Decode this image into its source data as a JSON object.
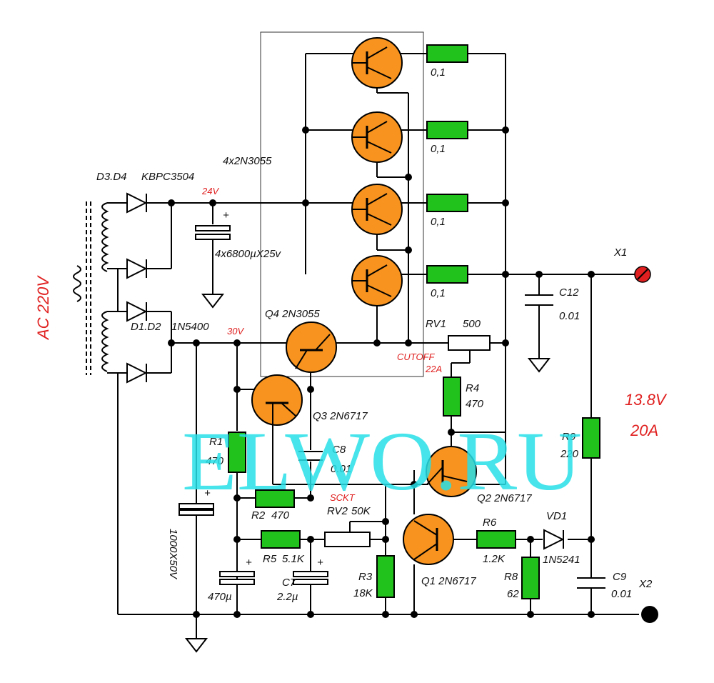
{
  "labels": {
    "ac_in": "AC 220V",
    "bridge_top": "D3.D4",
    "bridge_top_part": "KBPC3504",
    "bridge_bottom": "D1.D2",
    "bridge_bottom_part": "1N5400",
    "v24": "24V",
    "v30": "30V",
    "cap_bank": "4x6800µX25v",
    "pass_trans": "4x2N3055",
    "r_emitter_1": "0,1",
    "r_emitter_2": "0,1",
    "r_emitter_3": "0,1",
    "r_emitter_4": "0,1",
    "q4": "Q4 2N3055",
    "q3": "Q3 2N6717",
    "q2": "Q2 2N6717",
    "q1": "Q1 2N6717",
    "rv1": "RV1",
    "rv1_val": "500",
    "cutoff": "CUTOFF",
    "cutoff_val": "22A",
    "r4": "R4",
    "r4_val": "470",
    "c12": "C12",
    "c12_val": "0.01",
    "x1": "X1",
    "x2": "X2",
    "out_v": "13.8V",
    "out_a": "20A",
    "r9": "R9",
    "r9_val": "220",
    "r1": "R1",
    "r1_val": "470",
    "c8": "C8",
    "c8_val": "0.01",
    "r2": "R2",
    "r2_val": "470",
    "sckt": "SCKT",
    "rv2": "RV2",
    "rv2_val": "50K",
    "r5": "R5",
    "r5_val": "5.1K",
    "c7": "C7",
    "c7_val": "2.2µ",
    "c_470": "470µ",
    "r3": "R3",
    "r3_val": "18K",
    "r6": "R6",
    "r6_val": "1.2K",
    "r8": "R8",
    "r8_val": "62",
    "vd1": "VD1",
    "vd1_part": "1N5241",
    "c9": "C9",
    "c9_val": "0.01",
    "c_big": "1000X50V",
    "plus1": "+",
    "plus2": "+",
    "plus3": "+",
    "plus4": "+"
  },
  "watermark": "ELWO.RU",
  "colors": {
    "transistor": "#f7931e",
    "resistor": "#22c21c",
    "wire": "#000000",
    "accent_red": "#e02020",
    "watermark": "#27e0e8"
  }
}
